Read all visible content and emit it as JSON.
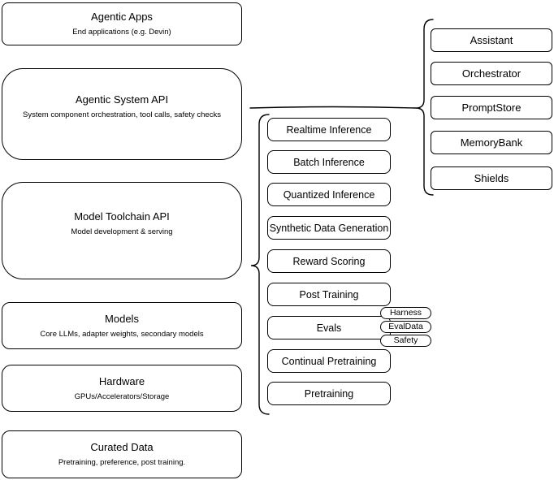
{
  "diagram": {
    "left_column": [
      {
        "title": "Agentic Apps",
        "subtitle": "End applications (e.g. Devin)"
      },
      {
        "title": "Agentic System API",
        "subtitle": "System component orchestration, tool calls, safety checks"
      },
      {
        "title": "Model Toolchain API",
        "subtitle": "Model development & serving"
      },
      {
        "title": "Models",
        "subtitle": "Core LLMs, adapter weights, secondary models"
      },
      {
        "title": "Hardware",
        "subtitle": "GPUs/Accelerators/Storage"
      },
      {
        "title": "Curated Data",
        "subtitle": "Pretraining, preference, post training."
      }
    ],
    "toolchain_items": [
      "Realtime Inference",
      "Batch Inference",
      "Quantized Inference",
      "Synthetic Data Generation",
      "Reward Scoring",
      "Post Training",
      "Evals",
      "Continual Pretraining",
      "Pretraining"
    ],
    "evals_tags": [
      "Harness",
      "EvalData",
      "Safety"
    ],
    "system_components": [
      "Assistant",
      "Orchestrator",
      "PromptStore",
      "MemoryBank",
      "Shields"
    ],
    "colors": {
      "stroke": "#000000",
      "background": "#ffffff"
    }
  }
}
